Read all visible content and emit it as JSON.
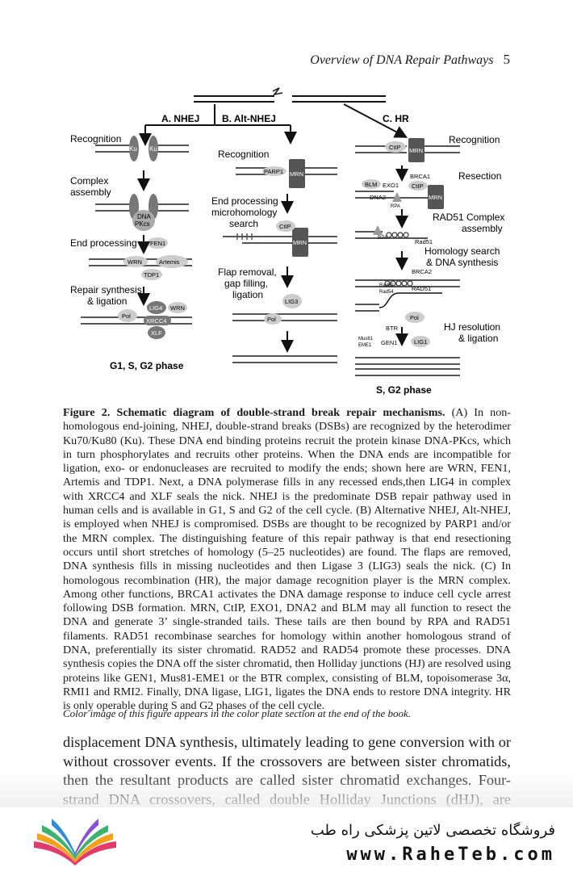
{
  "header": {
    "title": "Overview of DNA Repair Pathways",
    "page_number": "5"
  },
  "figure": {
    "sections": {
      "a": "A. NHEJ",
      "b": "B. Alt-NHEJ",
      "c": "C. HR"
    },
    "nhej": {
      "steps": [
        "Recognition",
        "Complex",
        "assembly",
        "End processing",
        "Repair synthesis",
        "& ligation"
      ],
      "proteins": {
        "ku": "Ku",
        "dna": "DNA",
        "pkcs": "PKcs",
        "fen1": "FEN1",
        "wrn": "WRN",
        "artemis": "Artemis",
        "tdp1": "TDP1",
        "lig4": "LIG4",
        "pol": "Pol",
        "xrcc4": "XRCC4",
        "xlf": "XLF"
      },
      "phase": "G1, S, G2 phase"
    },
    "alt": {
      "steps": [
        "Recognition",
        "End processing",
        "microhomology",
        "search",
        "Flap removal,",
        "gap filling,",
        "ligation"
      ],
      "proteins": {
        "parp1": "PARP1",
        "mrn": "MRN",
        "ctip": "CtIP",
        "lig3": "LIG3",
        "pol": "Pol"
      }
    },
    "hr": {
      "steps": [
        "Recognition",
        "Resection",
        "RAD51 Complex",
        "assembly",
        "Homology search",
        "& DNA synthesis",
        "HJ resolution",
        "& ligation"
      ],
      "proteins": {
        "ctip": "CtIP",
        "mrn": "MRN",
        "brca1": "BRCA1",
        "blm": "BLM",
        "exo1": "EXO1",
        "dna2": "DNA2",
        "rpa": "RPA",
        "rad51": "Rad51",
        "brca2": "BRCA2",
        "rad52": "Rad52",
        "rad54": "Rad54",
        "rad51_cap": "RAD51",
        "pol": "Pol",
        "btr": "BTR",
        "mus81": "Mus81",
        "eme1": "EME1",
        "gen1": "GEN1",
        "lig1": "LIG1"
      },
      "phase": "S, G2 phase"
    }
  },
  "caption": {
    "title": "Figure 2. Schematic diagram of double-strand break repair mechanisms.",
    "text": "(A) In non-homologous end-joining, NHEJ, double-strand breaks (DSBs) are recognized by the heterodimer Ku70/Ku80 (Ku). These DNA end binding proteins recruit the protein kinase DNA-PKcs, which in turn phosphorylates and recruits other proteins. When the DNA ends are incompatible for ligation, exo- or endonucleases are recruited to modify the ends; shown here are WRN, FEN1, Artemis and TDP1. Next, a DNA polymerase fills in any recessed ends,then LIG4 in complex with XRCC4 and XLF seals the nick. NHEJ is the predominate DSB repair pathway used in human cells and is available in G1, S and G2 of the cell cycle. (B) Alternative NHEJ, Alt-NHEJ, is employed when NHEJ is compromised. DSBs are thought to be recognized by PARP1 and/or the MRN complex. The distinguishing feature of this repair pathway is that end resectioning occurs until short stretches of homology (5–25 nucleotides) are found. The flaps are removed, DNA synthesis fills in missing nucleotides and then Ligase 3 (LIG3) seals the nick. (C) In homologous recombination (HR), the major damage recognition player is the MRN complex. Among other functions, BRCA1 activates the DNA damage response to induce cell cycle arrest following DSB formation. MRN, CtIP, EXO1, DNA2 and BLM may all function to resect the DNA and generate 3’ single-stranded tails. These tails are then bound by RPA and RAD51 filaments. RAD51 recombinase searches for homology within another homologous strand of DNA, preferentially its sister chromatid. RAD52 and RAD54 promote these processes. DNA synthesis copies the DNA off the sister chromatid, then Holliday junctions (HJ) are resolved using proteins like GEN1, Mus81-EME1 or the BTR complex, consisting of BLM, topoisomerase 3α, RMI1 and RMI2. Finally, DNA ligase, LIG1, ligates the DNA ends to restore DNA integrity. HR is only operable during S and G2 phases of the cell cycle."
  },
  "color_note": "Color image of this figure appears in the color plate section at the end of the book.",
  "body": "displacement DNA synthesis, ultimately leading to gene conversion with or without crossover events. If the crossovers are between sister chromatids, then the resultant products are called sister chromatid exchanges. Four-strand DNA crossovers, called double Holliday Junctions (dHJ), are resolved",
  "banner": {
    "title": "فروشگاه تخصصی لاتین پزشکی راه طب",
    "url": "www.RaheTeb.com"
  }
}
